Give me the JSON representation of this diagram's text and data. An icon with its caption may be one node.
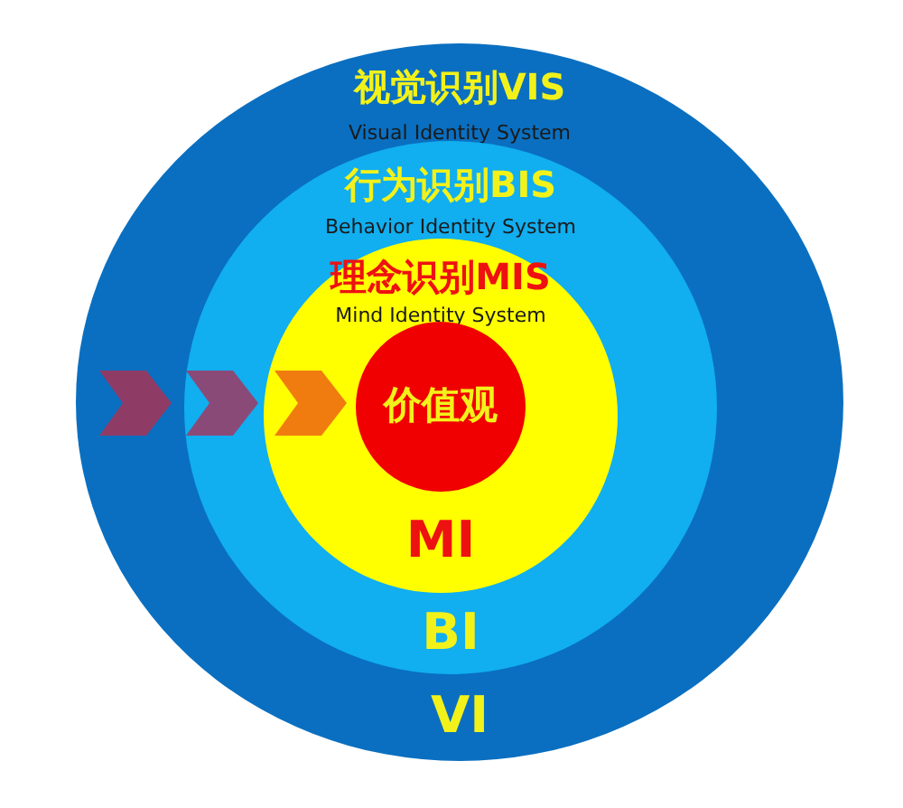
{
  "diagram": {
    "nodes": [
      {
        "text": [
          "视觉识别VIS",
          "Visual Identity System",
          "VI"
        ]
      },
      {
        "text": [
          "行为识别BIS",
          "Behavior Identity System",
          "BI"
        ],
        "in": 0
      },
      {
        "text": [
          "理念识别MIS",
          "Mind Identity System",
          "MI"
        ],
        "in": 1
      },
      {
        "text": [
          "价值观"
        ],
        "in": 2
      }
    ]
  }
}
